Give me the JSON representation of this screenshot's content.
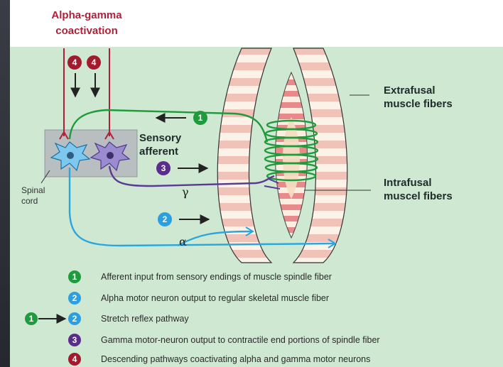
{
  "title": {
    "line1": "Alpha-gamma",
    "line2": "coactivation"
  },
  "labels": {
    "sensory_afferent_1": "Sensory",
    "sensory_afferent_2": "afferent",
    "spinal_cord_1": "Spinal",
    "spinal_cord_2": "cord",
    "gamma": "γ",
    "alpha": "α",
    "extrafusal_1": "Extrafusal",
    "extrafusal_2": "muscle fibers",
    "intrafusal_1": "Intrafusal",
    "intrafusal_2": "muscel fibers"
  },
  "markers": {
    "n1": "1",
    "n2": "2",
    "n3": "3",
    "n4": "4"
  },
  "legend": [
    {
      "num": "1",
      "text": "Afferent input from sensory endings of muscle spindle fiber"
    },
    {
      "num": "2",
      "text": "Alpha motor neuron output to regular skeletal muscle fiber"
    },
    {
      "num": "2",
      "text": "Stretch reflex pathway"
    },
    {
      "num": "3",
      "text": "Gamma motor-neuron output to contractile end portions of spindle fiber"
    },
    {
      "num": "4",
      "text": "Descending pathways coactivating alpha and gamma motor neurons"
    }
  ],
  "colors": {
    "marker1": "#1f9a3c",
    "marker2": "#2b9fe0",
    "marker3": "#5a2d8c",
    "marker4": "#a3192e",
    "afferent": "#1f9a3c",
    "alpha_motor": "#2aa6df",
    "gamma_motor": "#5b3a93",
    "descending": "#b0203a",
    "background": "#cfe8d2"
  }
}
